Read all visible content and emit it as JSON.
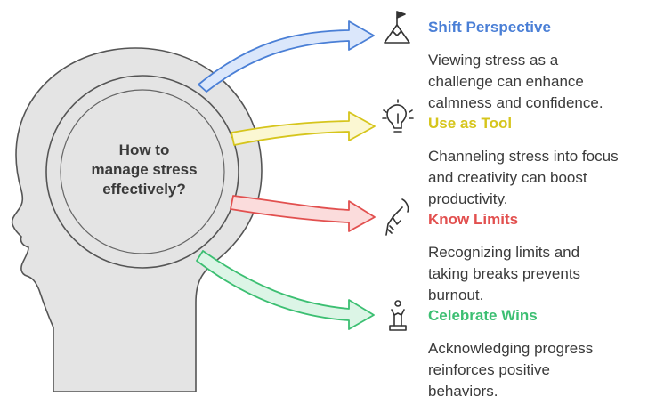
{
  "center": {
    "lines": [
      "How to",
      "manage stress",
      "effectively?"
    ]
  },
  "items": [
    {
      "title": "Shift Perspective",
      "color": "#4a7fd6",
      "arrow_fill": "#dbe7fb",
      "icon": "mountain-flag-icon",
      "lines": [
        "Viewing stress as a",
        "challenge can enhance",
        "calmness and confidence."
      ]
    },
    {
      "title": "Use as Tool",
      "color": "#d6c51c",
      "arrow_fill": "#fbf7d2",
      "icon": "lightbulb-icon",
      "lines": [
        "Channeling stress into focus",
        "and creativity can boost",
        "productivity."
      ]
    },
    {
      "title": "Know Limits",
      "color": "#e2504f",
      "arrow_fill": "#fbdcdc",
      "icon": "hand-stop-icon",
      "lines": [
        "Recognizing limits and",
        "taking breaks prevents",
        "burnout."
      ]
    },
    {
      "title": "Celebrate Wins",
      "color": "#3cbf72",
      "arrow_fill": "#dcf5e6",
      "icon": "trophy-figure-icon",
      "lines": [
        "Acknowledging progress",
        "reinforces positive",
        "behaviors."
      ]
    }
  ]
}
